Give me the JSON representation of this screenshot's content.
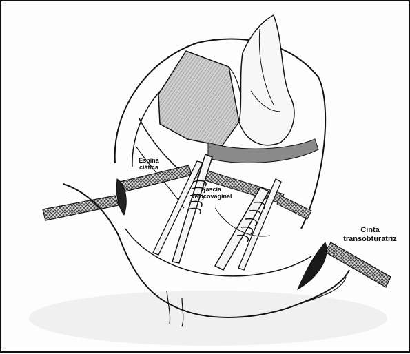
{
  "labels": {
    "espina": "Espina\nciática",
    "fascia": "Fascia\nvesicovaginal",
    "cinta": "Cinta\ntransobturatriz"
  },
  "colors": {
    "ink": "#111111",
    "paper": "#fdfdfd",
    "shade": "#9a9a9a",
    "mesh": "#555555"
  }
}
